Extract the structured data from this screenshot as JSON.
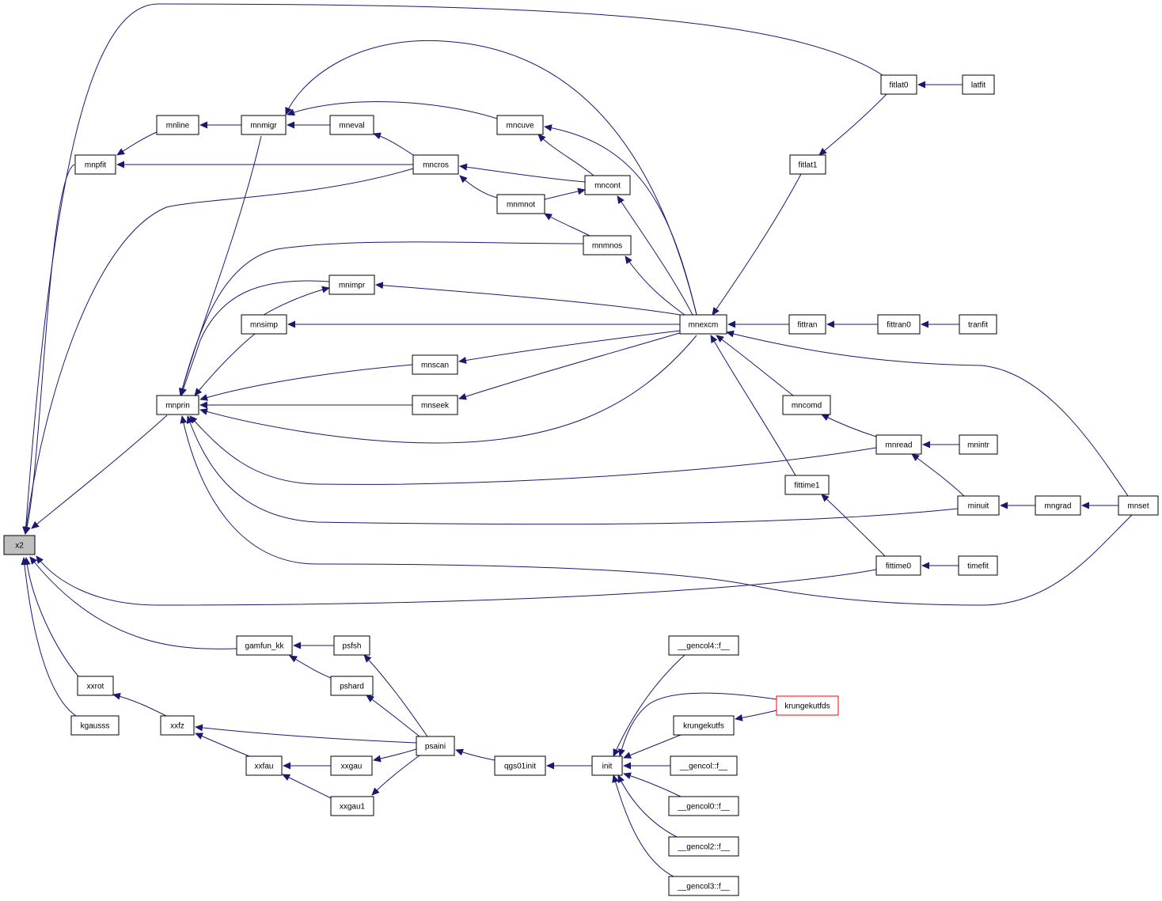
{
  "graph": {
    "colors": {
      "edge": "#191970",
      "node_border": "#000000",
      "focus_fill": "#bfbfbf",
      "highlight_border": "#ff0000"
    },
    "nodes": [
      {
        "id": "x2",
        "label": "x2",
        "style": "focus"
      },
      {
        "id": "mnpfit",
        "label": "mnpfit"
      },
      {
        "id": "mnline",
        "label": "mnline"
      },
      {
        "id": "mnmigr",
        "label": "mnmigr"
      },
      {
        "id": "mneval",
        "label": "mneval"
      },
      {
        "id": "mncuve",
        "label": "mncuve"
      },
      {
        "id": "mncros",
        "label": "mncros"
      },
      {
        "id": "mncont",
        "label": "mncont"
      },
      {
        "id": "mnmnot",
        "label": "mnmnot"
      },
      {
        "id": "mnmnos",
        "label": "mnmnos"
      },
      {
        "id": "mnimpr",
        "label": "mnimpr"
      },
      {
        "id": "mnsimp",
        "label": "mnsimp"
      },
      {
        "id": "mnexcm",
        "label": "mnexcm"
      },
      {
        "id": "mnscan",
        "label": "mnscan"
      },
      {
        "id": "mnprin",
        "label": "mnprin"
      },
      {
        "id": "mnseek",
        "label": "mnseek"
      },
      {
        "id": "fitlat0",
        "label": "fitlat0"
      },
      {
        "id": "latfit",
        "label": "latfit"
      },
      {
        "id": "fitlat1",
        "label": "fitlat1"
      },
      {
        "id": "fittran",
        "label": "fittran"
      },
      {
        "id": "fittran0",
        "label": "fittran0"
      },
      {
        "id": "tranfit",
        "label": "tranfit"
      },
      {
        "id": "mncomd",
        "label": "mncomd"
      },
      {
        "id": "mnread",
        "label": "mnread"
      },
      {
        "id": "mnintr",
        "label": "mnintr"
      },
      {
        "id": "fittime1",
        "label": "fittime1"
      },
      {
        "id": "minuit",
        "label": "minuit"
      },
      {
        "id": "mngrad",
        "label": "mngrad"
      },
      {
        "id": "mnset",
        "label": "mnset"
      },
      {
        "id": "fittime0",
        "label": "fittime0"
      },
      {
        "id": "timefit",
        "label": "timefit"
      },
      {
        "id": "gamfun_kk",
        "label": "gamfun_kk"
      },
      {
        "id": "psfsh",
        "label": "psfsh"
      },
      {
        "id": "pshard",
        "label": "pshard"
      },
      {
        "id": "xxrot",
        "label": "xxrot"
      },
      {
        "id": "kgausss",
        "label": "kgausss"
      },
      {
        "id": "xxfz",
        "label": "xxfz"
      },
      {
        "id": "psaini",
        "label": "psaini"
      },
      {
        "id": "xxfau",
        "label": "xxfau"
      },
      {
        "id": "xxgau",
        "label": "xxgau"
      },
      {
        "id": "xxgau1",
        "label": "xxgau1"
      },
      {
        "id": "qgs01init",
        "label": "qgs01init"
      },
      {
        "id": "init",
        "label": "init"
      },
      {
        "id": "gencol4",
        "label": "__gencol4::f__"
      },
      {
        "id": "krungekutfds",
        "label": "krungekutfds",
        "style": "highlight"
      },
      {
        "id": "krungekutfs",
        "label": "krungekutfs"
      },
      {
        "id": "gencol",
        "label": "__gencol::f__"
      },
      {
        "id": "gencol0",
        "label": "__gencol0::f__"
      },
      {
        "id": "gencol2",
        "label": "__gencol2::f__"
      },
      {
        "id": "gencol3",
        "label": "__gencol3::f__"
      }
    ],
    "edges": [
      {
        "from": "mnpfit",
        "to": "x2"
      },
      {
        "from": "mnprin",
        "to": "x2"
      },
      {
        "from": "fitlat0",
        "to": "x2"
      },
      {
        "from": "mncros",
        "to": "x2"
      },
      {
        "from": "fittime0",
        "to": "x2"
      },
      {
        "from": "gamfun_kk",
        "to": "x2"
      },
      {
        "from": "xxrot",
        "to": "x2"
      },
      {
        "from": "kgausss",
        "to": "x2"
      },
      {
        "from": "mnline",
        "to": "mnpfit"
      },
      {
        "from": "mncros",
        "to": "mnpfit"
      },
      {
        "from": "mnmigr",
        "to": "mnline"
      },
      {
        "from": "mneval",
        "to": "mnmigr"
      },
      {
        "from": "mncuve",
        "to": "mnmigr"
      },
      {
        "from": "mnexcm",
        "to": "mnmigr"
      },
      {
        "from": "mncros",
        "to": "mneval"
      },
      {
        "from": "mncont",
        "to": "mncuve"
      },
      {
        "from": "mnexcm",
        "to": "mncuve"
      },
      {
        "from": "mncont",
        "to": "mncros"
      },
      {
        "from": "mnmnot",
        "to": "mncros"
      },
      {
        "from": "mnmnot",
        "to": "mncont"
      },
      {
        "from": "mnmnos",
        "to": "mnmnot"
      },
      {
        "from": "mnexcm",
        "to": "mncont"
      },
      {
        "from": "mnexcm",
        "to": "mnmnos"
      },
      {
        "from": "mnsimp",
        "to": "mnimpr"
      },
      {
        "from": "mnexcm",
        "to": "mnimpr"
      },
      {
        "from": "mnexcm",
        "to": "mnsimp"
      },
      {
        "from": "mnexcm",
        "to": "mnscan"
      },
      {
        "from": "mnexcm",
        "to": "mnseek"
      },
      {
        "from": "mnmigr",
        "to": "mnprin"
      },
      {
        "from": "mnmnos",
        "to": "mnprin"
      },
      {
        "from": "mnimpr",
        "to": "mnprin"
      },
      {
        "from": "mnsimp",
        "to": "mnprin"
      },
      {
        "from": "mnscan",
        "to": "mnprin"
      },
      {
        "from": "mnseek",
        "to": "mnprin"
      },
      {
        "from": "mnexcm",
        "to": "mnprin"
      },
      {
        "from": "mnread",
        "to": "mnprin"
      },
      {
        "from": "minuit",
        "to": "mnprin"
      },
      {
        "from": "mnset",
        "to": "mnprin"
      },
      {
        "from": "latfit",
        "to": "fitlat0"
      },
      {
        "from": "fitlat0",
        "to": "fitlat1"
      },
      {
        "from": "fitlat1",
        "to": "mnexcm"
      },
      {
        "from": "fittran",
        "to": "mnexcm"
      },
      {
        "from": "mncomd",
        "to": "mnexcm"
      },
      {
        "from": "fittime1",
        "to": "mnexcm"
      },
      {
        "from": "mnset",
        "to": "mnexcm"
      },
      {
        "from": "fittran0",
        "to": "fittran"
      },
      {
        "from": "tranfit",
        "to": "fittran0"
      },
      {
        "from": "mnread",
        "to": "mncomd"
      },
      {
        "from": "mnintr",
        "to": "mnread"
      },
      {
        "from": "minuit",
        "to": "mnread"
      },
      {
        "from": "mngrad",
        "to": "minuit"
      },
      {
        "from": "mnset",
        "to": "mngrad"
      },
      {
        "from": "fittime0",
        "to": "fittime1"
      },
      {
        "from": "timefit",
        "to": "fittime0"
      },
      {
        "from": "psfsh",
        "to": "gamfun_kk"
      },
      {
        "from": "pshard",
        "to": "gamfun_kk"
      },
      {
        "from": "psaini",
        "to": "psfsh"
      },
      {
        "from": "psaini",
        "to": "pshard"
      },
      {
        "from": "xxfz",
        "to": "xxrot"
      },
      {
        "from": "psaini",
        "to": "xxfz"
      },
      {
        "from": "xxfau",
        "to": "xxfz"
      },
      {
        "from": "xxgau",
        "to": "xxfau"
      },
      {
        "from": "xxgau1",
        "to": "xxfau"
      },
      {
        "from": "psaini",
        "to": "xxgau"
      },
      {
        "from": "psaini",
        "to": "xxgau1"
      },
      {
        "from": "qgs01init",
        "to": "psaini"
      },
      {
        "from": "init",
        "to": "qgs01init"
      },
      {
        "from": "gencol4",
        "to": "init"
      },
      {
        "from": "krungekutfds",
        "to": "init"
      },
      {
        "from": "krungekutfs",
        "to": "init"
      },
      {
        "from": "gencol",
        "to": "init"
      },
      {
        "from": "gencol0",
        "to": "init"
      },
      {
        "from": "gencol2",
        "to": "init"
      },
      {
        "from": "gencol3",
        "to": "init"
      },
      {
        "from": "krungekutfds",
        "to": "krungekutfs"
      }
    ]
  }
}
